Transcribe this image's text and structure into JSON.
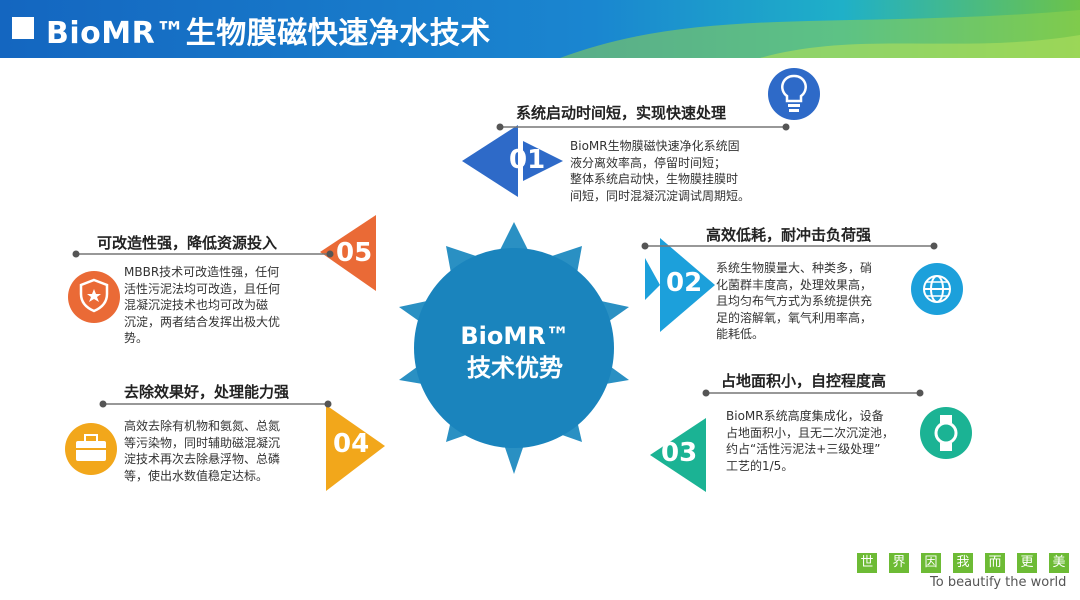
{
  "header": {
    "title": "BioMR™生物膜磁快速净水技术"
  },
  "center": {
    "line1": "BioMR™",
    "line2": "技术优势"
  },
  "advantages": [
    {
      "num": "01",
      "heading": "系统启动时间短，实现快速处理",
      "lines": [
        "BioMR生物膜磁快速净化系统固",
        "液分离效率高，停留时间短；",
        "整体系统启动快，生物膜挂膜时",
        "间短，同时混凝沉淀调试周期短。"
      ],
      "color": "#2e6ac8",
      "icon": "lightbulb-icon"
    },
    {
      "num": "02",
      "heading": "高效低耗，耐冲击负荷强",
      "lines": [
        "系统生物膜量大、种类多，硝",
        "化菌群丰度高，处理效果高，",
        "且均匀布气方式为系统提供充",
        "足的溶解氧，氧气利用率高，",
        "能耗低。"
      ],
      "color": "#1ca0db",
      "icon": "globe-icon"
    },
    {
      "num": "03",
      "heading": "占地面积小，自控程度高",
      "lines": [
        "BioMR系统高度集成化，设备",
        "占地面积小，且无二次沉淀池，",
        "约占“活性污泥法+三级处理”",
        "工艺的1/5。"
      ],
      "color": "#1bb394",
      "icon": "watch-icon"
    },
    {
      "num": "04",
      "heading": "去除效果好，处理能力强",
      "lines": [
        "高效去除有机物和氨氮、总氮",
        "等污染物，同时辅助磁混凝沉",
        "淀技术再次去除悬浮物、总磷",
        "等，使出水数值稳定达标。"
      ],
      "color": "#f2a71b",
      "icon": "briefcase-icon"
    },
    {
      "num": "05",
      "heading": "可改造性强，降低资源投入",
      "lines": [
        "MBBR技术可改造性强，任何",
        "活性污泥法均可改造，且任何",
        "混凝沉淀技术也均可改为磁",
        "沉淀，两者结合发挥出极大优",
        "势。"
      ],
      "color": "#ea6a36",
      "icon": "shield-star-icon"
    }
  ],
  "footer": {
    "motto": [
      "世",
      "界",
      "因",
      "我",
      "而",
      "更",
      "美"
    ],
    "slogan": "To beautify the world"
  }
}
